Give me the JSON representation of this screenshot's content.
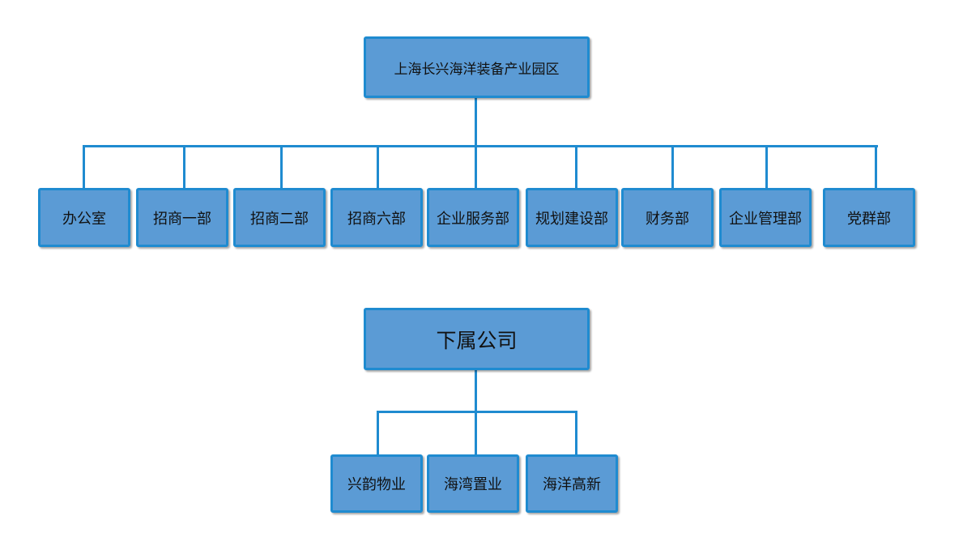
{
  "colors": {
    "box_fill": "#5b9bd5",
    "box_border": "#1f8bd0",
    "connector": "#1f8bd0",
    "text": "#111111"
  },
  "chart1": {
    "root": "上海长兴海洋装备产业园区",
    "departments": [
      "办公室",
      "招商一部",
      "招商二部",
      "招商六部",
      "企业服务部",
      "规划建设部",
      "财务部",
      "企业管理部",
      "党群部"
    ]
  },
  "chart2": {
    "root": "下属公司",
    "companies": [
      "兴韵物业",
      "海湾置业",
      "海洋高新"
    ]
  }
}
